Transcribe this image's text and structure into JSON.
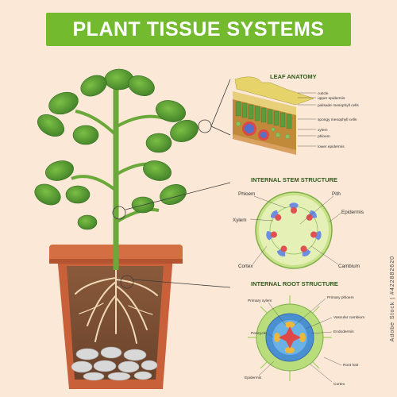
{
  "title": "PLANT TISSUE SYSTEMS",
  "sections": {
    "leaf": {
      "title": "LEAF ANATOMY",
      "labels": [
        "cuticle",
        "upper epidermis",
        "palisade mesophyll cells",
        "spongy mesophyll cells",
        "xylem",
        "phloem",
        "lower epidermis"
      ]
    },
    "stem": {
      "title": "INTERNAL STEM STRUCTURE",
      "labels": {
        "phloem": "Phloem",
        "pith": "Pith",
        "xylem": "Xylem",
        "epidermis": "Epidermis",
        "cortex": "Cortex",
        "cambium": "Cambium"
      }
    },
    "root": {
      "title": "INTERNAL ROOT STRUCTURE",
      "labels": {
        "primary_xylem": "Primary xylem",
        "primary_phloem": "Primary phloem",
        "vascular_cambium": "Vascular cambium",
        "pericycle": "Pericycle",
        "endodermis": "Endodermis",
        "root_hair": "Root hair",
        "epidermis": "Epidermis",
        "cortex": "Cortex"
      }
    }
  },
  "watermark": "Adobe Stock | #422882620",
  "colors": {
    "banner": "#74ba2e",
    "background": "#fbe8d6",
    "pot": "#c8613a",
    "leaf": "#5a9a34"
  },
  "icons": [
    "magnifier-circle-icon"
  ]
}
